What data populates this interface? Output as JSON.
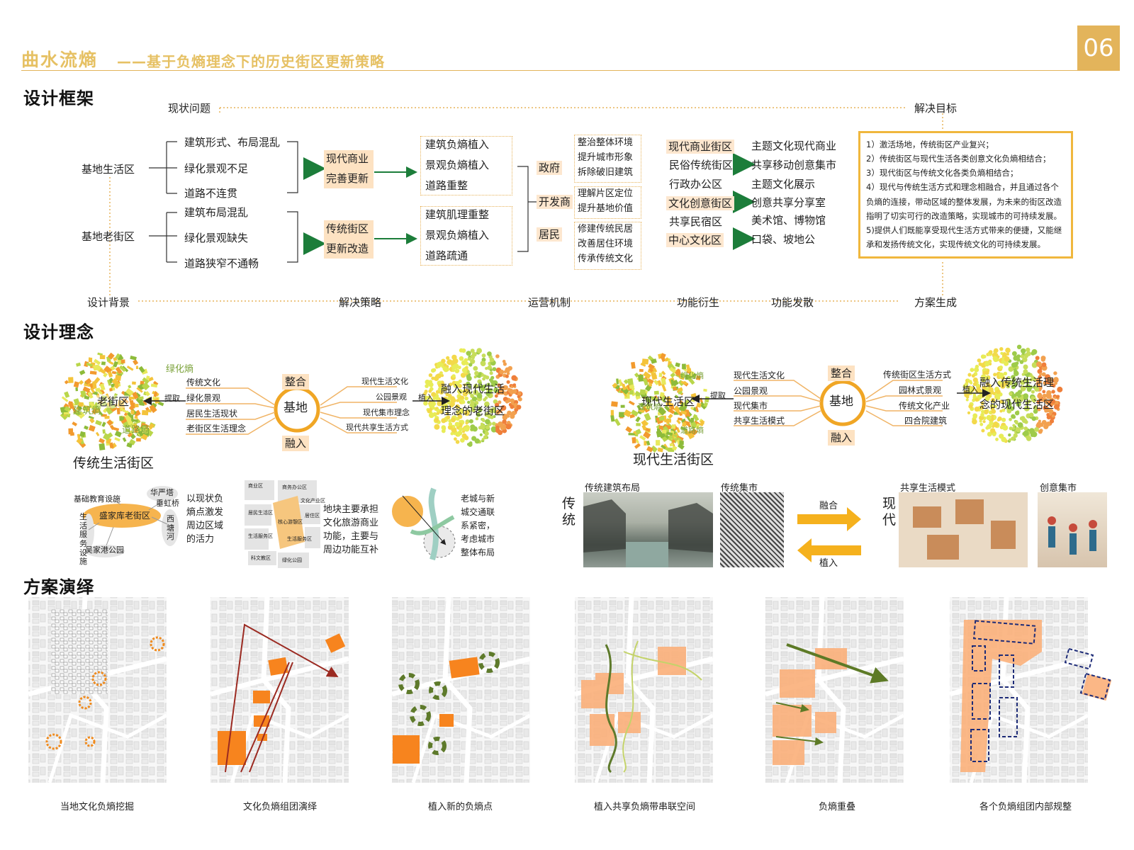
{
  "header": {
    "title": "曲水流熵",
    "subtitle": "——基于负熵理念下的历史街区更新策略",
    "page_number": "06",
    "accent_color": "#e3b45b"
  },
  "sections": {
    "framework": "设计框架",
    "concept": "设计理念",
    "scheme": "方案演绎"
  },
  "framework": {
    "top_left": "现状问题",
    "top_right": "解决目标",
    "site_life": "基地生活区",
    "site_old": "基地老街区",
    "problems_life": [
      "建筑形式、布局混乱",
      "绿化景观不足",
      "道路不连贯"
    ],
    "problems_old": [
      "建筑布局混乱",
      "绿化景观缺失",
      "道路狭窄不通畅"
    ],
    "strategy_life": [
      "现代商业",
      "完善更新"
    ],
    "strategy_old": [
      "传统街区",
      "更新改造"
    ],
    "measures_life": [
      "建筑负熵植入",
      "景观负熵植入",
      "道路重整"
    ],
    "measures_old": [
      "建筑肌理重整",
      "景观负熵植入",
      "道路疏通"
    ],
    "actors": [
      "政府",
      "开发商",
      "居民"
    ],
    "actor_tasks": {
      "gov": [
        "整治整体环境",
        "提升城市形象",
        "拆除破旧建筑"
      ],
      "dev": [
        "理解片区定位",
        "提升基地价值"
      ],
      "res": [
        "修建传统民居",
        "改善居住环境",
        "传承传统文化"
      ]
    },
    "zones": [
      "现代商业街区",
      "民俗传统街区",
      "行政办公区",
      "文化创意街区",
      "共享民宿区",
      "中心文化区"
    ],
    "derived": [
      "主题文化现代商业",
      "共享移动创意集市",
      "主题文化展示",
      "创意共享分享室",
      "美术馆、博物馆",
      "口袋、坡地公"
    ],
    "goals": [
      "1）激活场地，传统街区产业复兴；",
      "2）传统街区与现代生活各类创意文化负熵相结合；",
      "3）现代街区与传统文化各类负熵相结合；",
      "4）现代与传统生活方式和理念相融合，并且通过各个负熵的连接，带动区域的整体发展，为未来的街区改造指明了切实可行的改造策略，实现城市的可持续发展。",
      "5)提供人们既能享受现代生活方式带来的便捷，又能继承和发扬传统文化，实现传统文化的可持续发展。"
    ],
    "bottom": [
      "设计背景",
      "解决策略",
      "运营机制",
      "功能衍生",
      "功能发散",
      "方案生成"
    ]
  },
  "concept": {
    "left": {
      "title": "传统生活街区",
      "circle_label": "老街区",
      "tags": [
        "绿化熵",
        "建筑熵",
        "道路熵"
      ],
      "small_tag": "绿化熵",
      "extract": "提取",
      "implant": "植入",
      "center": "基地",
      "top": "整合",
      "bottom": "融入",
      "left_items": [
        "传统文化",
        "绿化景观",
        "居民生活现状",
        "老街区生活理念"
      ],
      "right_items": [
        "现代生活文化",
        "公园景观",
        "现代集市理念",
        "现代共享生活方式"
      ],
      "result": [
        "融入现代生活",
        "理念的老街区"
      ]
    },
    "right": {
      "title": "现代生活街区",
      "circle_label": "现代生活区",
      "small_tags": [
        "绿化熵",
        "建筑熵",
        "道路熵"
      ],
      "extract": "提取",
      "implant": "植入",
      "center": "基地",
      "top": "整合",
      "bottom": "融入",
      "left_items": [
        "现代生活文化",
        "公园景观",
        "现代集市",
        "共享生活模式"
      ],
      "right_items": [
        "传统街区生活方式",
        "园林式景观",
        "传统文化产业",
        "四合院建筑"
      ],
      "result": [
        "融入传统生活理",
        "念的现代生活区"
      ]
    },
    "diagram1": {
      "center": "盛家库老街区",
      "labels": [
        "基础教育设施",
        "华严塔",
        "垂虹桥",
        "生活服务设施",
        "吴家港公园",
        "西塘河"
      ],
      "text": [
        "以现状负",
        "熵点激发",
        "周边区域",
        "的活力"
      ]
    },
    "diagram2": {
      "labels": [
        "商业区",
        "商务办公区",
        "文化产业区",
        "居民生活区",
        "核心游憩区",
        "居住区",
        "生活服务区",
        "生活服务区",
        "科文教区",
        "绿化公园"
      ],
      "text": [
        "地块主要承担",
        "文化旅游商业",
        "功能，主要与",
        "周边功能互补"
      ]
    },
    "diagram3": {
      "text": [
        "老城与新",
        "城交通联",
        "系紧密，",
        "考虑城市",
        "整体布局"
      ]
    },
    "photos": {
      "traditional_label": "传统",
      "modern_label": "现代",
      "caption1": "传统建筑布局",
      "caption2": "传统集市",
      "caption3": "共享生活模式",
      "caption4": "创意集市",
      "fuse": "融合",
      "implant": "植入"
    }
  },
  "scheme": {
    "captions": [
      "当地文化负熵挖掘",
      "文化负熵组团演绎",
      "植入新的负熵点",
      "植入共享负熵带串联空间",
      "负熵重叠",
      "各个负熵组团内部规整"
    ]
  }
}
